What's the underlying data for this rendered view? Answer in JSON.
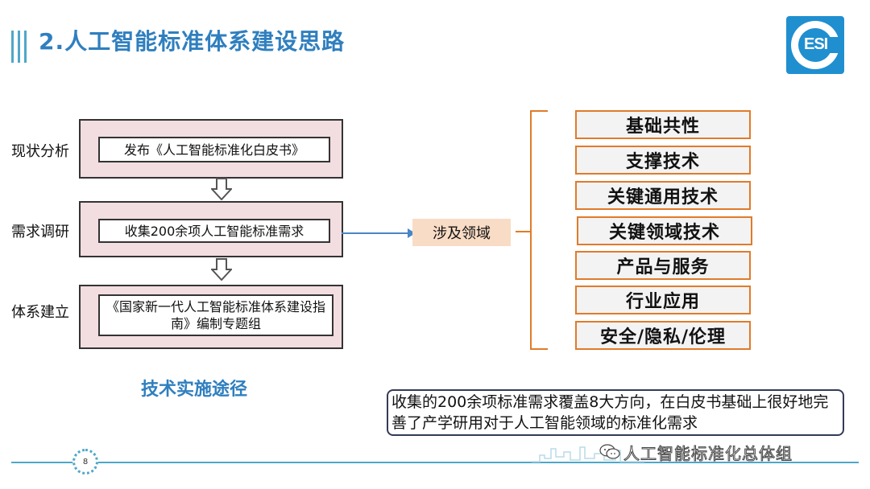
{
  "title": "2.人工智能标准体系建设思路",
  "logo": {
    "text": "ESI"
  },
  "stages": [
    {
      "label": "现状分析",
      "content": "发布《人工智能标准化白皮书》"
    },
    {
      "label": "需求调研",
      "content": "收集200余项人工智能标准需求"
    },
    {
      "label": "体系建立",
      "content": "《国家新一代人工智能标准体系建设指南》编制专题组"
    }
  ],
  "method_label": "技术实施途径",
  "domain_box": "涉及领域",
  "categories": [
    "基础共性",
    "支撑技术",
    "关键通用技术",
    "关键领域技术",
    "产品与服务",
    "行业应用",
    "安全/隐私/伦理"
  ],
  "summary": "收集的200余项标准需求覆盖8大方向，在白皮书基础上很好地完善了产学研用对于人工智能领域的标准化需求",
  "page_number": "8",
  "watermark": "人工智能标准化总体组",
  "colors": {
    "title": "#2f7fbf",
    "accent_blue": "#4fa7c9",
    "orange": "#e07b2a",
    "pink_box": "#f2dde0",
    "domain_fill": "#f9dcc6"
  }
}
